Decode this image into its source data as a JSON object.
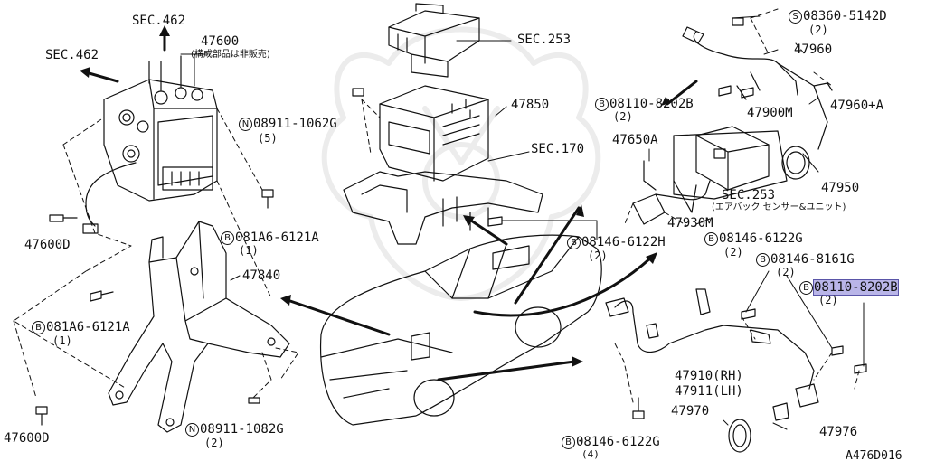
{
  "figure_id": "A476D016",
  "highlight_color": "#b9b5e8",
  "labels": {
    "sec462_top": "SEC.462",
    "sec462_left": "SEC.462",
    "p47600": "47600",
    "p47600_note": "(構成部品は非販売)",
    "p47600d_a": "47600D",
    "p47600d_b": "47600D",
    "sec253_top": "SEC.253",
    "p47850": "47850",
    "sec170": "SEC.170",
    "p47650a": "47650A",
    "sec253_right": "SEC.253",
    "sec253_right_note": "(エアバック センサー&ユニット)",
    "p47930m": "47930M",
    "p47840": "47840",
    "p47960": "47960",
    "p47960a": "47960+A",
    "p47900m": "47900M",
    "p47950": "47950",
    "p47910": "47910(RH)",
    "p47911": "47911(LH)",
    "p47970": "47970",
    "p47976": "47976"
  },
  "callouts": {
    "n08911_1062": {
      "mark": "N",
      "code": "08911-1062G",
      "qty": "(5)"
    },
    "b081a6_right": {
      "mark": "B",
      "code": "081A6-6121A",
      "qty": "(1)"
    },
    "b081a6_left": {
      "mark": "B",
      "code": "081A6-6121A",
      "qty": "(1)"
    },
    "n08911_1082": {
      "mark": "N",
      "code": "08911-1082G",
      "qty": "(2)"
    },
    "b08146_6122h": {
      "mark": "B",
      "code": "08146-6122H",
      "qty": "(2)"
    },
    "s08360": {
      "mark": "S",
      "code": "08360-5142D",
      "qty": "(2)"
    },
    "b08110_top": {
      "mark": "B",
      "code": "08110-8202B",
      "qty": "(2)"
    },
    "b08146_6122g_mid": {
      "mark": "B",
      "code": "08146-6122G",
      "qty": "(2)"
    },
    "b08146_8161g": {
      "mark": "B",
      "code": "08146-8161G",
      "qty": "(2)"
    },
    "b08110_right": {
      "mark": "B",
      "code": "08110-8202B",
      "qty": "(2)"
    },
    "b08146_6122g_bot": {
      "mark": "B",
      "code": "08146-6122G",
      "qty": "(4)"
    }
  }
}
